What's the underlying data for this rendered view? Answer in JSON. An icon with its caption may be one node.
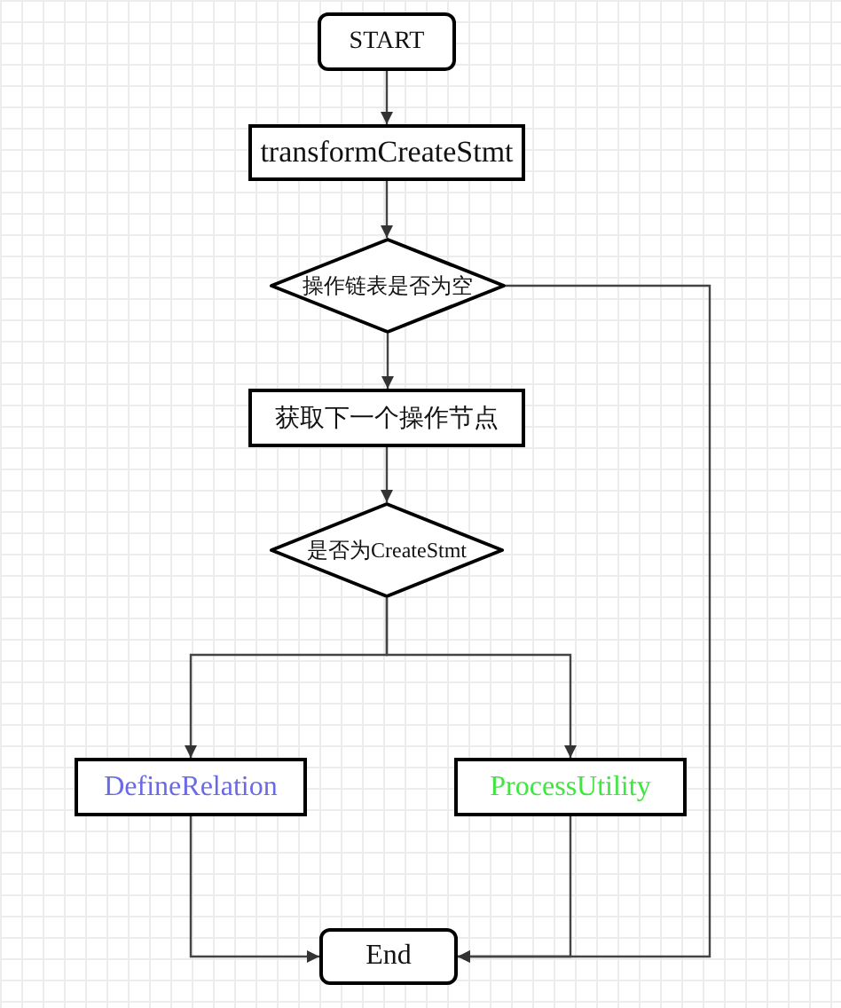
{
  "diagram": {
    "nodes": [
      {
        "text": [
          "START"
        ]
      },
      {
        "text": [
          "transformCreateStmt"
        ]
      },
      {
        "text": [
          "操作链表是否为空"
        ]
      },
      {
        "text": [
          "获取下一个操作节点"
        ]
      },
      {
        "text": [
          "是否为CreateStmt"
        ]
      },
      {
        "text": [
          "DefineRelation"
        ]
      },
      {
        "text": [
          "ProcessUtility"
        ]
      },
      {
        "text": [
          "End"
        ]
      }
    ],
    "edges": [
      {
        "from": 0,
        "to": 1,
        "arrow": "to"
      },
      {
        "from": 1,
        "to": 2,
        "arrow": "to"
      },
      {
        "from": 2,
        "to": 3,
        "arrow": "to"
      },
      {
        "from": 3,
        "to": 4,
        "arrow": "to"
      },
      {
        "from": 4,
        "to": 5,
        "arrow": "to"
      },
      {
        "from": 4,
        "to": 6,
        "arrow": "to"
      },
      {
        "from": 5,
        "to": 7,
        "arrow": "to"
      },
      {
        "from": 6,
        "to": 7,
        "arrow": "to"
      },
      {
        "from": 2,
        "to": 7,
        "arrow": "to"
      }
    ]
  }
}
